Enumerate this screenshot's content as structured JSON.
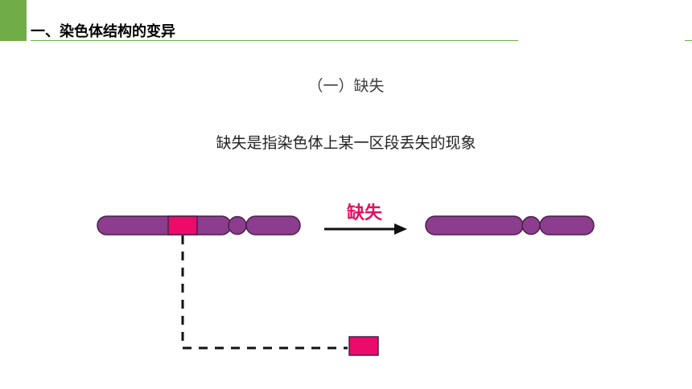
{
  "header": {
    "title": "一、染色体结构的变异"
  },
  "subheading": "（一）缺失",
  "definition": "缺失是指染色体上某一区段丢失的现象",
  "diagram": {
    "arrow_label": "缺失"
  },
  "colors": {
    "accent": "#70ad47",
    "chromosome": "#8c3d8e",
    "deleted_segment": "#ec0b69",
    "arrow_label": "#e0115f"
  }
}
